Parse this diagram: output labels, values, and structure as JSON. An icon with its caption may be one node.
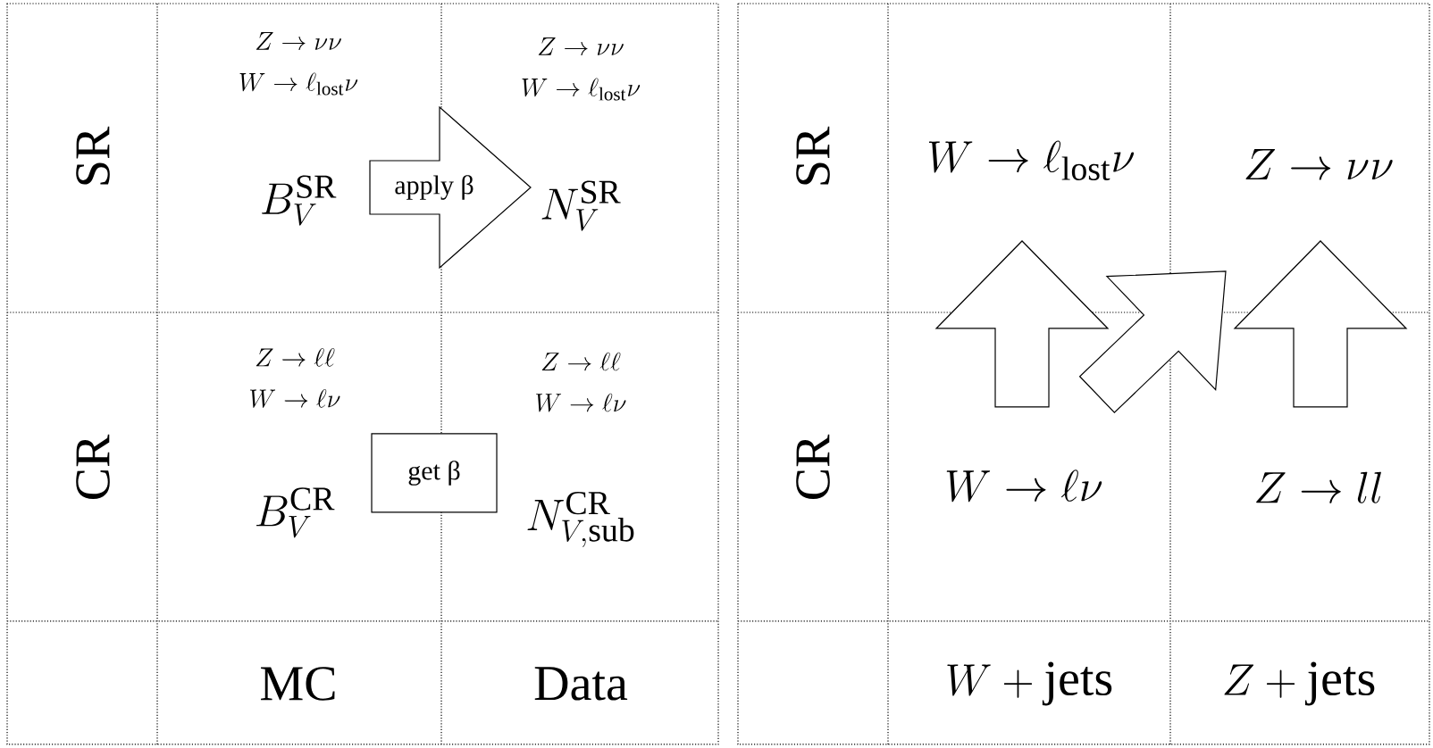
{
  "diagram": {
    "nodes": [
      {
        "text": [
          "Z \\to \\nu\\nu",
          "W \\to \\ell_{\\mathrm{lost}}\\nu",
          "B_V^{\\mathrm{SR}}"
        ]
      },
      {
        "text": [
          "Z \\to \\nu\\nu",
          "W \\to \\ell_{\\mathrm{lost}}\\nu",
          "N_V^{\\mathrm{SR}}"
        ]
      },
      {
        "text": [
          "Z \\to \\ell\\ell",
          "W \\to \\ell\\nu",
          "B_V^{\\mathrm{CR}}"
        ]
      },
      {
        "text": [
          "get β"
        ]
      },
      {
        "text": [
          "Z \\to \\ell\\ell",
          "W \\to \\ell\\nu",
          "N_{V,\\mathrm{sub}}^{\\mathrm{CR}}"
        ]
      },
      {
        "text": [
          "W \\to \\ell_{\\mathrm{lost}}\\nu"
        ]
      },
      {
        "text": [
          "Z \\to \\nu\\nu"
        ]
      },
      {
        "text": [
          "W \\to \\ell\\nu"
        ]
      },
      {
        "text": [
          "Z \\to ll"
        ]
      }
    ],
    "edges": [
      {
        "from": 0,
        "to": 1,
        "arrow": "to",
        "label": "apply β"
      },
      {
        "from": 7,
        "to": 5,
        "arrow": "to"
      },
      {
        "from": 7,
        "to": 6,
        "arrow": "to"
      },
      {
        "from": 8,
        "to": 6,
        "arrow": "to"
      }
    ],
    "labels": [
      "SR",
      "CR",
      "MC",
      "Data",
      "SR",
      "CR",
      "W + \\mathrm{jets}",
      "Z + \\mathrm{jets}"
    ]
  }
}
